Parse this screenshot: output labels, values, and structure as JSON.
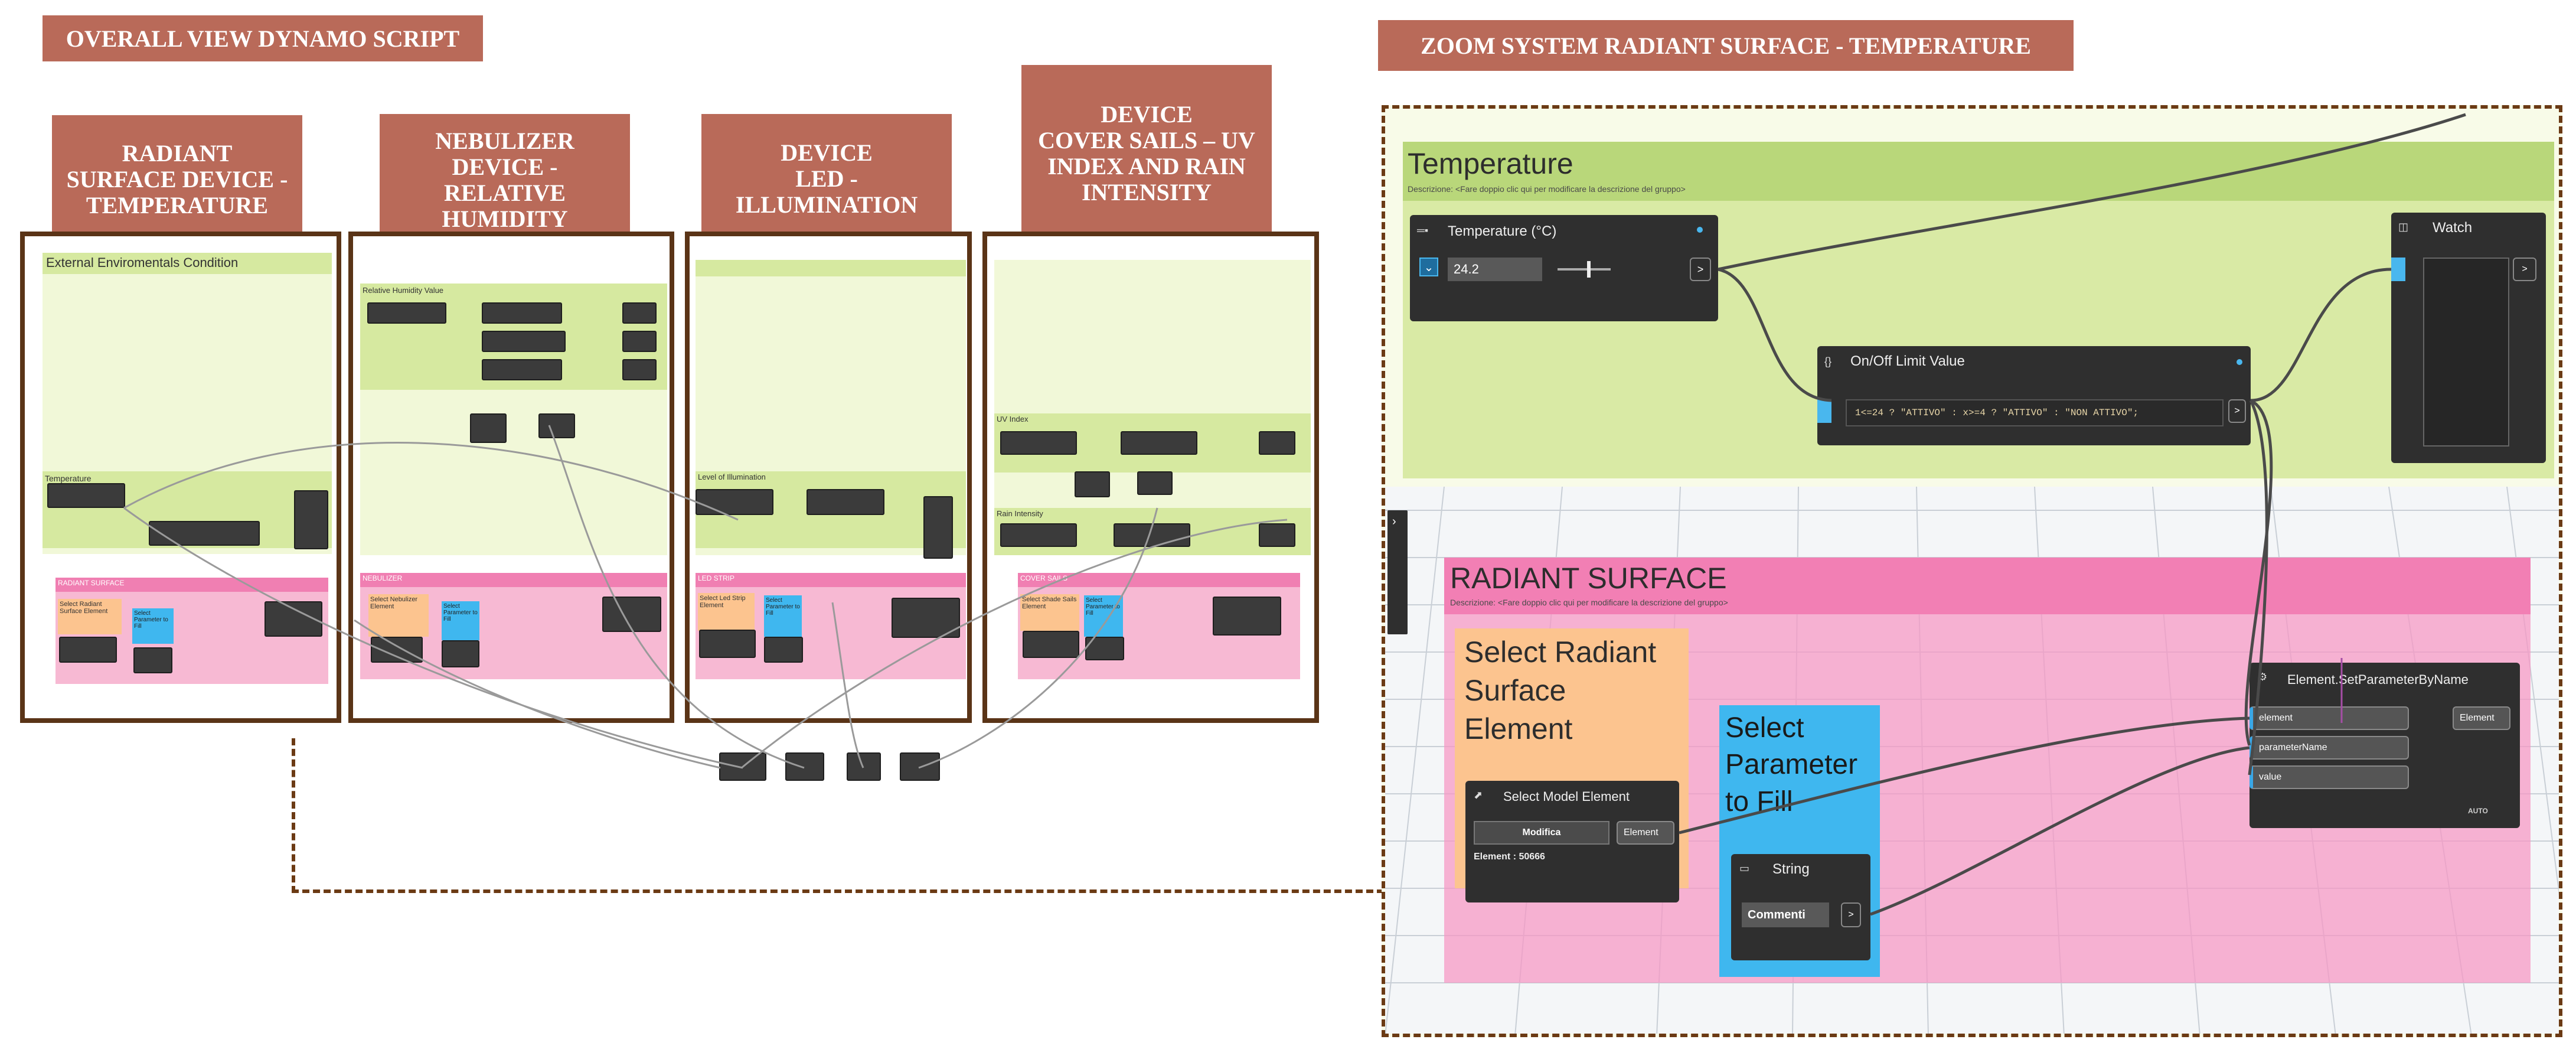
{
  "overall": {
    "title": "OVERALL VIEW DYNAMO SCRIPT",
    "columns": [
      {
        "title": "RADIANT\nSURFACE DEVICE -\nTEMPERATURE",
        "group_label": "External Enviromentals Condition",
        "inner_label": "Temperature",
        "pink_label": "RADIANT SURFACE",
        "orange_label": "Select Radiant Surface Element",
        "blue_label": "Select Parameter to Fill"
      },
      {
        "title": "NEBULIZER\nDEVICE -\nRELATIVE\nHUMIDITY",
        "group_label": "Relative Humidity Value",
        "pink_label": "NEBULIZER",
        "orange_label": "Select Nebulizer Element",
        "blue_label": "Select Parameter to Fill"
      },
      {
        "title": "DEVICE\nLED -\nILLUMINATION",
        "group_label": "Level of Illumination",
        "pink_label": "LED STRIP",
        "orange_label": "Select Led Strip Element",
        "blue_label": "Select Parameter to Fill"
      },
      {
        "title": "DEVICE\nCOVER SAILS – UV\nINDEX AND RAIN\nINTENSITY",
        "group_label": "UV Index",
        "inner_label": "Rain Intensity",
        "pink_label": "COVER SAILS",
        "orange_label": "Select Shade Sails Element",
        "blue_label": "Select Parameter to Fill"
      }
    ]
  },
  "zoom": {
    "title": "ZOOM SYSTEM RADIANT SURFACE - TEMPERATURE",
    "temp_group": {
      "title": "Temperature",
      "description": "Descrizione: <Fare doppio clic qui per modificare la descrizione del gruppo>"
    },
    "temp_node": {
      "title": "Temperature (°C)",
      "value": "24.2"
    },
    "code_node": {
      "title": "On/Off Limit Value",
      "code": "1<=24 ? \"ATTIVO\" : x>=4 ? \"ATTIVO\" : \"NON ATTIVO\";"
    },
    "watch_node": {
      "title": "Watch"
    },
    "radiant_group": {
      "title": "RADIANT SURFACE",
      "description": "Descrizione: <Fare doppio clic qui per modificare la descrizione del gruppo>"
    },
    "orange_note": "Select Radiant\nSurface\nElement",
    "blue_note": "Select\nParameter\nto Fill",
    "select_node": {
      "title": "Select Model Element",
      "button": "Modifica",
      "info": "Element : 50666",
      "output": "Element"
    },
    "string_node": {
      "title": "String",
      "value": "Commenti"
    },
    "setparam_node": {
      "title": "Element.SetParameterByName",
      "inputs": [
        "element",
        "parameterName",
        "value"
      ],
      "output": "Element",
      "lacing": "AUTO"
    }
  },
  "colors": {
    "title_bg": "#b96a59",
    "frame": "#5a3417",
    "green_group": "#d6e9a0",
    "pink_group": "#f07fb2",
    "orange_note": "#fcc48f",
    "blue_note": "#3fb7ef",
    "node": "#3b3b3b"
  }
}
